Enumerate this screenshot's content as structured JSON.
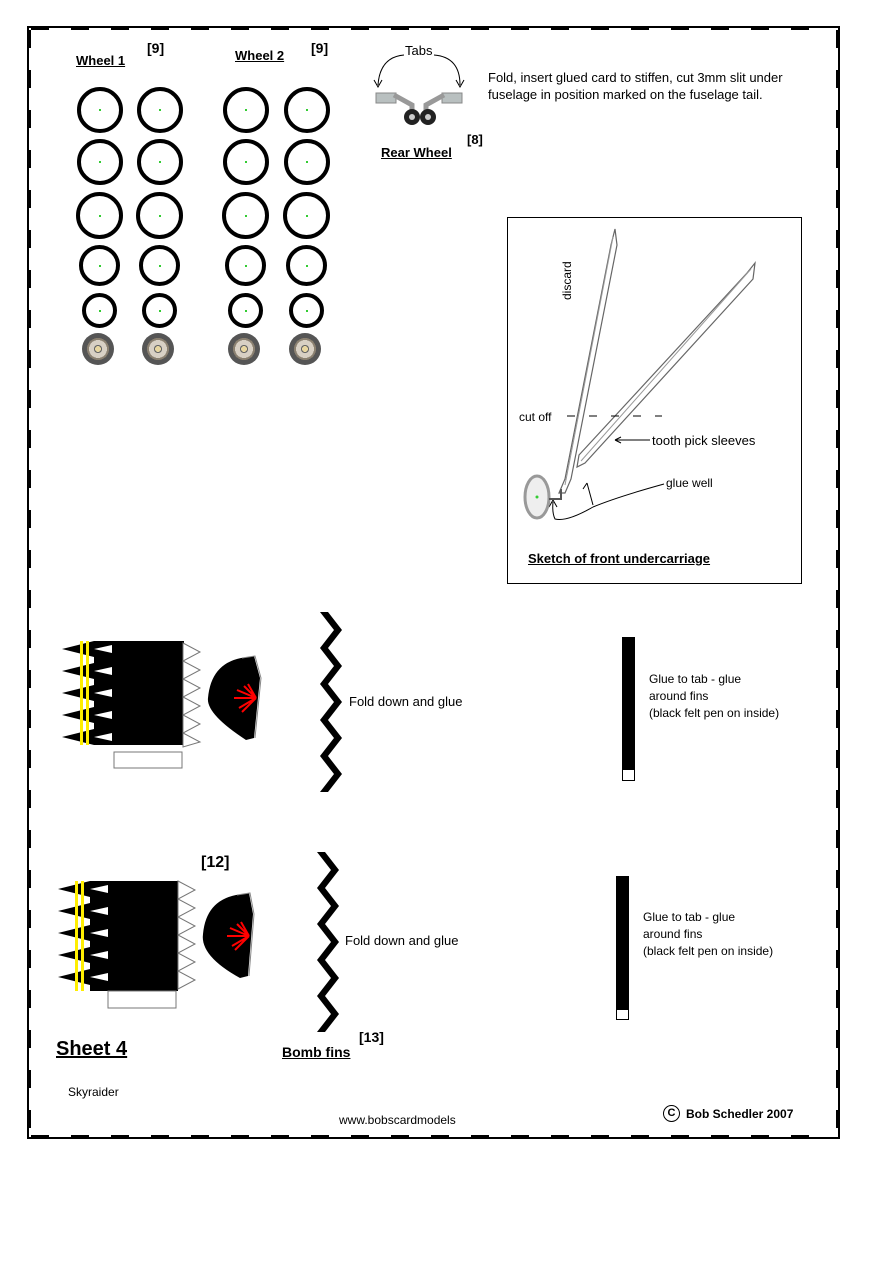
{
  "wheels": {
    "wheel1_label": "Wheel 1",
    "wheel1_count": "[9]",
    "wheel2_label": "Wheel 2",
    "wheel2_count": "[9]"
  },
  "rear_wheel": {
    "tabs_label": "Tabs",
    "title": "Rear Wheel",
    "count": "[8]",
    "instruction": "Fold, insert glued card to stiffen, cut 3mm slit under fuselage in position marked on the fuselage tail."
  },
  "sketch": {
    "discard": "discard",
    "cut_off": "cut off",
    "tooth_pick": "tooth pick sleeves",
    "glue_well": "glue well",
    "title": "Sketch of front undercarriage"
  },
  "bombs": {
    "count": "[12]",
    "fold_label_1": "Fold down and glue",
    "fold_label_2": "Fold down and glue",
    "glue_tab_1": [
      "Glue to tab - glue",
      "around  fins",
      "(black felt pen on inside)"
    ],
    "glue_tab_2": [
      "Glue to tab - glue",
      "around  fins",
      "(black felt pen on inside)"
    ],
    "fins_title": "Bomb fins",
    "fins_count": "[13]"
  },
  "footer": {
    "sheet": "Sheet  4",
    "model": "Skyraider",
    "website": "www.bobscardmodels",
    "copyright_symbol": "C",
    "copyright": "Bob Schedler  2007"
  }
}
